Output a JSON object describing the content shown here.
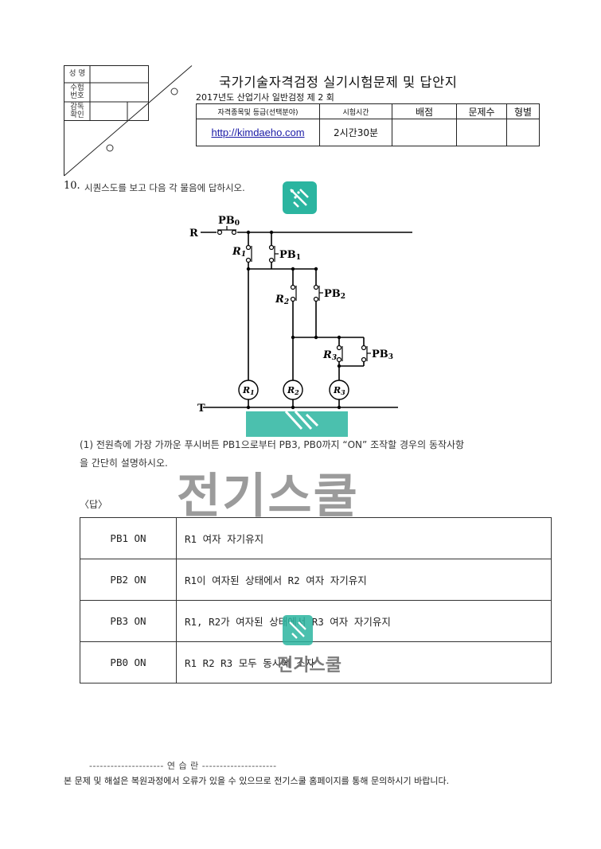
{
  "header": {
    "id_box": {
      "name_label": "성 명",
      "examinee_label_1": "수험",
      "examinee_label_2": "번호",
      "supervisor_label_1": "감독",
      "supervisor_label_2": "확인"
    },
    "title": "국가기술자격검정 실기시험문제 및 답안지",
    "subtitle": "2017년도 산업기사 일반검정 제 2 회",
    "info_table": {
      "headers": [
        "자격종목및 등급(선택분야)",
        "시험시간",
        "배점",
        "문제수",
        "형별"
      ],
      "values": [
        "http://kimdaeho.com",
        "2시간30분",
        "",
        "",
        ""
      ]
    }
  },
  "question": {
    "number": "10.",
    "text": "시퀀스도를 보고 다음 각 물음에 답하시오.",
    "diagram_labels": {
      "r": "R",
      "t": "T",
      "pb0": "PB",
      "pb0_sub": "0",
      "pb1": "PB",
      "pb1_sub": "1",
      "pb2": "PB",
      "pb2_sub": "2",
      "pb3": "PB",
      "pb3_sub": "3",
      "r1_contact": "R",
      "r1_contact_sub": "1",
      "r2_contact": "R",
      "r2_contact_sub": "2",
      "r3_contact": "R",
      "r3_contact_sub": "3",
      "r1_coil": "R",
      "r1_coil_sub": "1",
      "r2_coil": "R",
      "r2_coil_sub": "2",
      "r3_coil": "R",
      "r3_coil_sub": "3"
    },
    "sub_question_line1": "(1) 전원측에 가장 가까운 푸시버튼 PB1으로부터 PB3, PB0까지 “ON” 조작할 경우의 동작사항",
    "sub_question_line2": "을 간단히 설명하시오.",
    "answer_label": "〈답〉",
    "answers": [
      {
        "button": "PB1 ON",
        "action": "R1 여자 자기유지"
      },
      {
        "button": "PB2 ON",
        "action": "R1이 여자된 상태에서 R2 여자 자기유지"
      },
      {
        "button": "PB3 ON",
        "action": "R1, R2가 여자된 상태에서 R3 여자 자기유지"
      },
      {
        "button": "PB0 ON",
        "action": "R1 R2 R3 모두 동시에 소자"
      }
    ]
  },
  "watermark": {
    "big_text": "전기스쿨",
    "small_text": "전기스쿨",
    "color_teal": "#2bb5a0"
  },
  "footer": {
    "scratch_label": "--------------------- 연 습 란 ---------------------",
    "note": "본 문제 및 해설은 복원과정에서 오류가 있을 수 있으므로 전기스쿨 홈페이지를 통해 문의하시기 바랍니다."
  }
}
